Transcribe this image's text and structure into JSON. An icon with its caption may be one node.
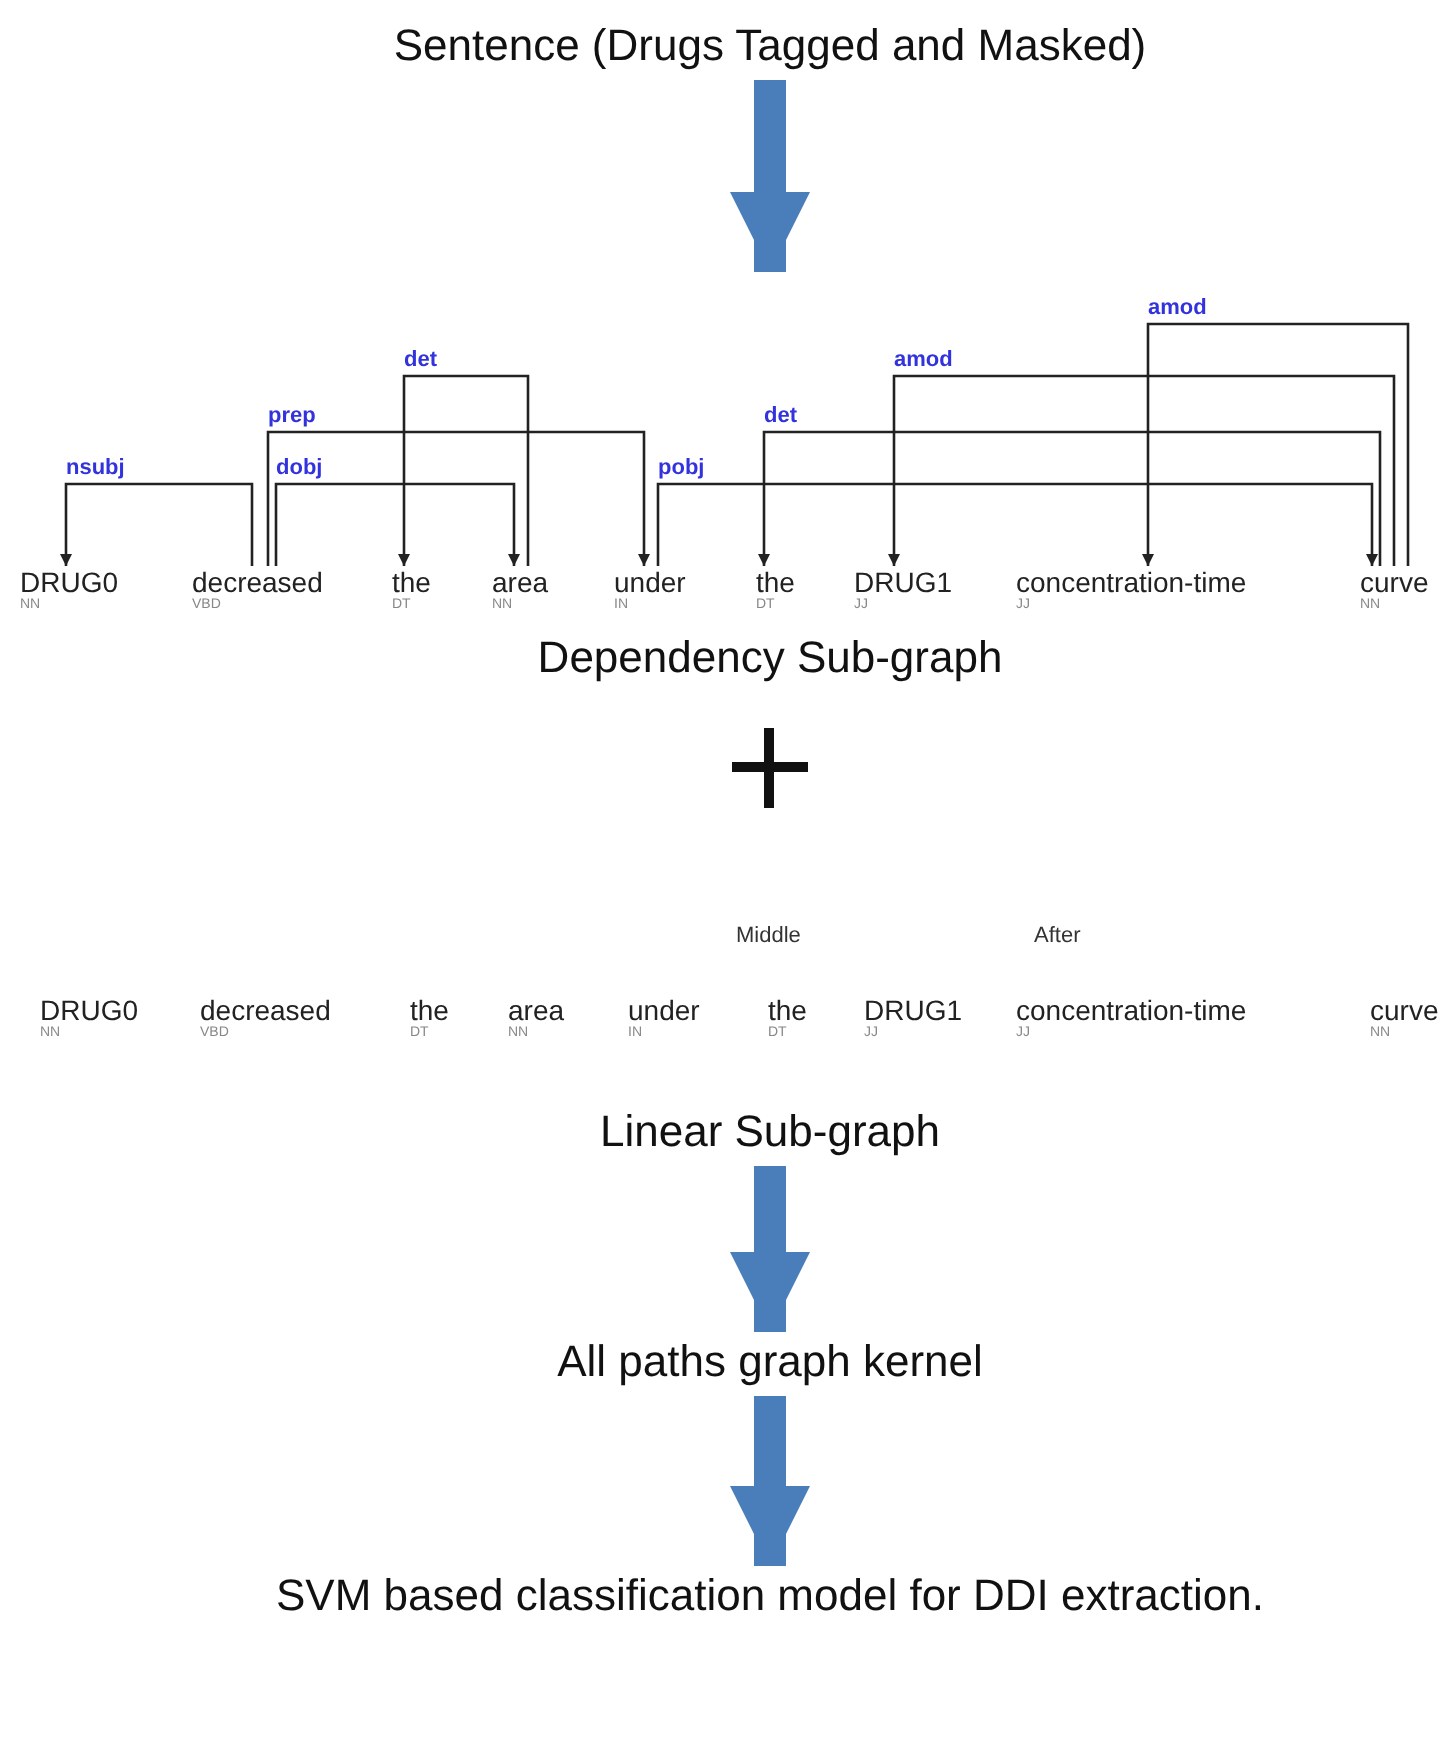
{
  "diagram": {
    "nodes": [
      {
        "text": [
          "Sentence (Drugs Tagged and Masked)"
        ]
      },
      {
        "text": [
          "Dependency Sub-graph"
        ]
      },
      {
        "text": [
          "Linear Sub-graph"
        ]
      },
      {
        "text": [
          "All paths graph kernel"
        ]
      },
      {
        "text": [
          "SVM based classification model for  DDI extraction."
        ]
      },
      {
        "text": [
          "DRUG0",
          "NN"
        ]
      },
      {
        "text": [
          "decreased",
          "VBD"
        ]
      },
      {
        "text": [
          "the",
          "DT"
        ]
      },
      {
        "text": [
          "area",
          "NN"
        ]
      },
      {
        "text": [
          "under",
          "IN"
        ]
      },
      {
        "text": [
          "the",
          "DT"
        ]
      },
      {
        "text": [
          "DRUG1",
          "JJ"
        ]
      },
      {
        "text": [
          "concentration-time",
          "JJ"
        ]
      },
      {
        "text": [
          "curve",
          "NN"
        ]
      },
      {
        "text": [
          "DRUG0",
          "NN"
        ]
      },
      {
        "text": [
          "decreased",
          "VBD"
        ]
      },
      {
        "text": [
          "the",
          "DT"
        ]
      },
      {
        "text": [
          "area",
          "NN"
        ]
      },
      {
        "text": [
          "under",
          "IN"
        ]
      },
      {
        "text": [
          "the",
          "DT"
        ]
      },
      {
        "text": [
          "DRUG1",
          "JJ"
        ]
      },
      {
        "text": [
          "concentration-time",
          "JJ"
        ]
      },
      {
        "text": [
          "curve",
          "NN"
        ]
      }
    ],
    "edges": [
      {
        "from": 0,
        "to": null,
        "arrow": "to",
        "style": "thick",
        "color": "#4a7ebb"
      },
      {
        "from": 6,
        "to": 5,
        "arrow": "to",
        "label": "nsubj"
      },
      {
        "from": 6,
        "to": 8,
        "arrow": "to",
        "label": "dobj"
      },
      {
        "from": 6,
        "to": 9,
        "arrow": "to",
        "label": "prep"
      },
      {
        "from": 8,
        "to": 7,
        "arrow": "to",
        "label": "det"
      },
      {
        "from": 9,
        "to": 13,
        "arrow": "to",
        "label": "pobj"
      },
      {
        "from": 13,
        "to": 10,
        "arrow": "to",
        "label": "det"
      },
      {
        "from": 13,
        "to": 11,
        "arrow": "to",
        "label": "amod"
      },
      {
        "from": 13,
        "to": 12,
        "arrow": "to",
        "label": "amod"
      },
      {
        "from": 2,
        "to": 3,
        "arrow": "to",
        "style": "thick",
        "color": "#4a7ebb"
      },
      {
        "from": 3,
        "to": 4,
        "arrow": "to",
        "style": "thick",
        "color": "#4a7ebb"
      }
    ],
    "labels": [
      "Middle",
      "After"
    ]
  }
}
